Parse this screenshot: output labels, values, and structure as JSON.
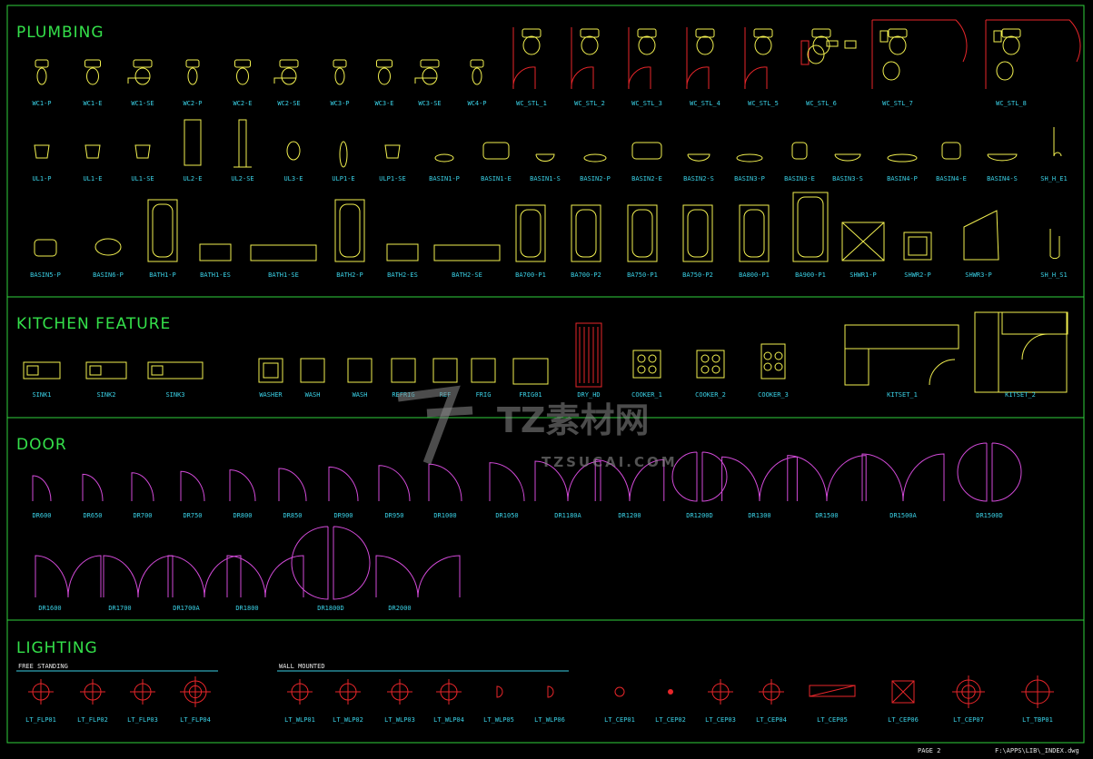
{
  "sections": {
    "plumbing": "PLUMBING",
    "kitchen": "KITCHEN FEATURE",
    "door": "DOOR",
    "lighting": "LIGHTING"
  },
  "lighting_groups": {
    "free_standing": "FREE STANDING",
    "wall_mounted": "WALL MOUNTED"
  },
  "footer": {
    "page": "PAGE 2",
    "file": "F:\\APPS\\LIB\\_INDEX.dwg"
  },
  "watermark": {
    "brand": "TZ素材网",
    "url": "TZSUCAI.COM"
  },
  "colors": {
    "frame": "#2fd13c",
    "label": "#3ad1e6",
    "plumbing": "#f2f050",
    "red": "#e8262a",
    "door": "#d24ad8",
    "kitchen": "#f2f050"
  },
  "plumbing_row1": [
    "WC1-P",
    "WC1-E",
    "WC1-SE",
    "WC2-P",
    "WC2-E",
    "WC2-SE",
    "WC3-P",
    "WC3-E",
    "WC3-SE",
    "WC4-P",
    "WC_STL_1",
    "WC_STL_2",
    "WC_STL_3",
    "WC_STL_4",
    "WC_STL_5",
    "WC_STL_6",
    "WC_STL_7",
    "WC_STL_8"
  ],
  "plumbing_row2": [
    "UL1-P",
    "UL1-E",
    "UL1-SE",
    "UL2-E",
    "UL2-SE",
    "UL3-E",
    "ULP1-E",
    "ULP1-SE",
    "BASIN1-P",
    "BASIN1-E",
    "BASIN1-S",
    "BASIN2-P",
    "BASIN2-E",
    "BASIN2-S",
    "BASIN3-P",
    "BASIN3-E",
    "BASIN3-S",
    "BASIN4-P",
    "BASIN4-E",
    "BASIN4-S",
    "SH_H_E1"
  ],
  "plumbing_row3": [
    "BASIN5-P",
    "BASIN6-P",
    "BATH1-P",
    "BATH1-ES",
    "BATH1-SE",
    "BATH2-P",
    "BATH2-ES",
    "BATH2-SE",
    "BA700-P1",
    "BA700-P2",
    "BA750-P1",
    "BA750-P2",
    "BA800-P1",
    "BA900-P1",
    "SHWR1-P",
    "SHWR2-P",
    "SHWR3-P",
    "SH_H_S1"
  ],
  "kitchen_items": [
    "SINK1",
    "SINK2",
    "SINK3",
    "WASHER",
    "WASH",
    "WASH",
    "REFRIG",
    "REF",
    "FRIG",
    "FRIG01",
    "DRY_HD",
    "COOKER_1",
    "COOKER_2",
    "COOKER_3",
    "KITSET_1",
    "KITSET_2"
  ],
  "door_row1": [
    "DR600",
    "DR650",
    "DR700",
    "DR750",
    "DR800",
    "DR850",
    "DR900",
    "DR950",
    "DR1000",
    "DR1050",
    "DR1180A",
    "DR1200",
    "DR1200D",
    "DR1300",
    "DR1500",
    "DR1500A",
    "DR1500D"
  ],
  "door_row2": [
    "DR1600",
    "DR1700",
    "DR1700A",
    "DR1800",
    "DR1800D",
    "DR2000"
  ],
  "lighting_items": [
    "LT_FLP01",
    "LT_FLP02",
    "LT_FLP03",
    "LT_FLP04",
    "LT_WLP01",
    "LT_WLP02",
    "LT_WLP03",
    "LT_WLP04",
    "LT_WLP05",
    "LT_WLP06",
    "LT_CEP01",
    "LT_CEP02",
    "LT_CEP03",
    "LT_CEP04",
    "LT_CEP05",
    "LT_CEP06",
    "LT_CEP07",
    "LT_TBP01"
  ]
}
